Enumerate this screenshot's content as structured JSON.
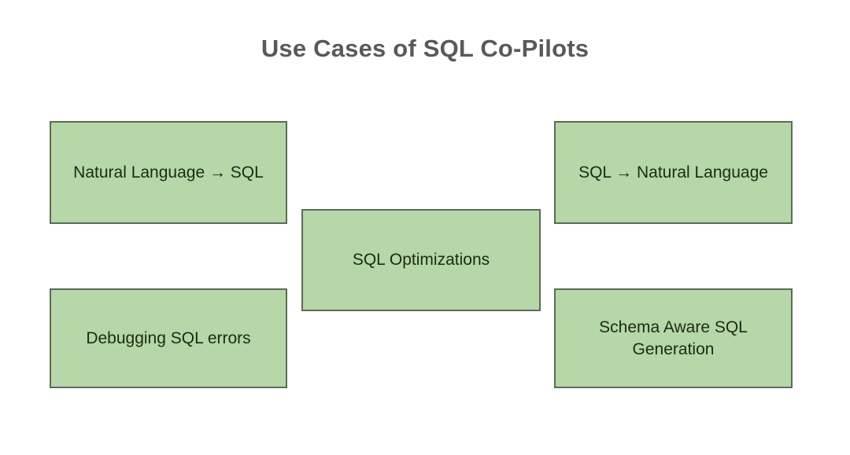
{
  "title": "Use Cases of SQL Co-Pilots",
  "colors": {
    "box_fill": "#b6d7a8",
    "box_border": "#5c6b57",
    "box_text": "#1b2b13",
    "title_text": "#595959"
  },
  "boxes": [
    {
      "id": "natural-language-to-sql",
      "label": "Natural Language → SQL"
    },
    {
      "id": "sql-to-natural-language",
      "label": "SQL → Natural Language"
    },
    {
      "id": "sql-optimizations",
      "label": "SQL Optimizations"
    },
    {
      "id": "debugging-sql-errors",
      "label": "Debugging SQL errors"
    },
    {
      "id": "schema-aware-sql-generation",
      "label": "Schema Aware SQL Generation"
    }
  ]
}
